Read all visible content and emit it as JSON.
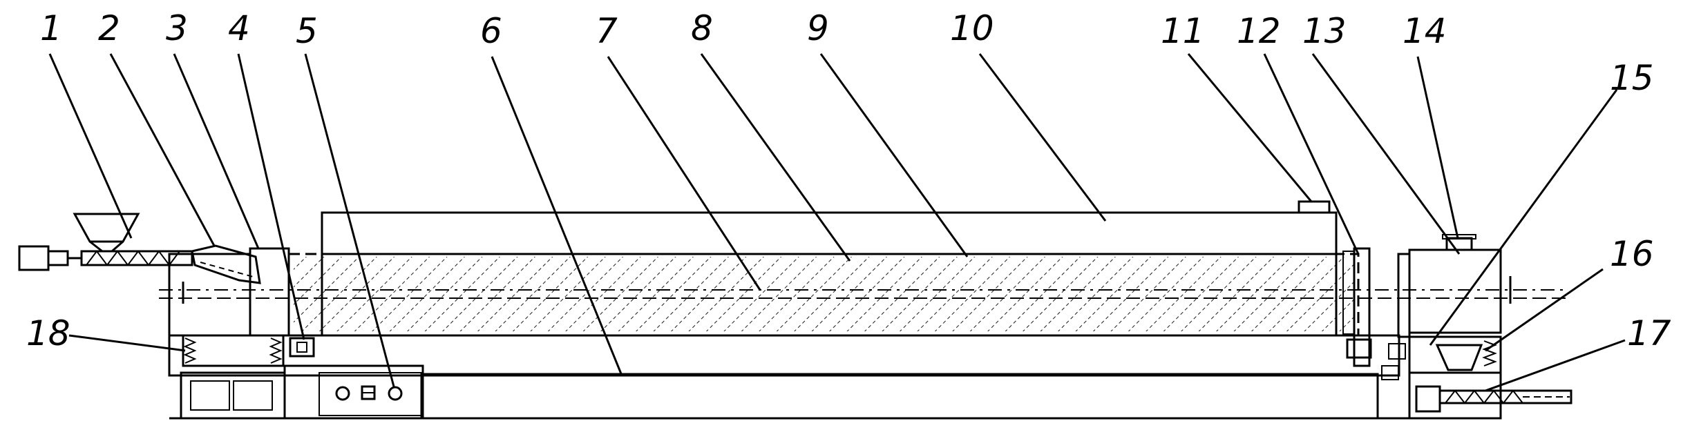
{
  "labels": [
    "1",
    "2",
    "3",
    "4",
    "5",
    "6",
    "7",
    "8",
    "9",
    "10",
    "11",
    "12",
    "13",
    "14",
    "15",
    "16",
    "17",
    "18"
  ],
  "colors": {
    "line": "#000000",
    "background": "#ffffff"
  }
}
